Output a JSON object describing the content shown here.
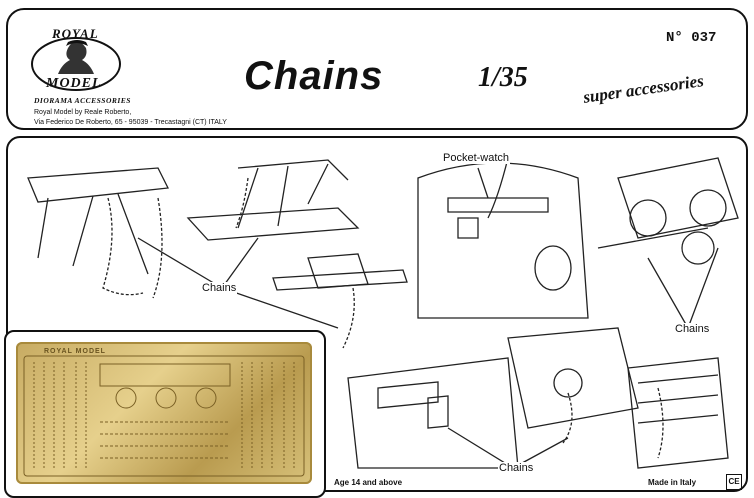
{
  "brand": {
    "top": "ROYAL",
    "bottom": "MODEL",
    "sub": "DIORAMA ACCESSORIES",
    "company_line1": "Royal Model by Reale Roberto,",
    "company_line2": "Via Federico De Roberto, 65 - 95039 - Trecastagni (CT) ITALY"
  },
  "product": {
    "title": "Chains",
    "scale": "1/35",
    "number": "N° 037",
    "series": "super accessories"
  },
  "callouts": {
    "pocket_watch": "Pocket-watch",
    "chains_1": "Chains",
    "chains_2": "Chains",
    "chains_3": "Chains"
  },
  "fret": {
    "brand": "ROYAL MODEL",
    "color": "#d8c27b"
  },
  "footer": {
    "age": "Age 14 and above",
    "made_in": "Made in Italy",
    "ce": "CE"
  }
}
